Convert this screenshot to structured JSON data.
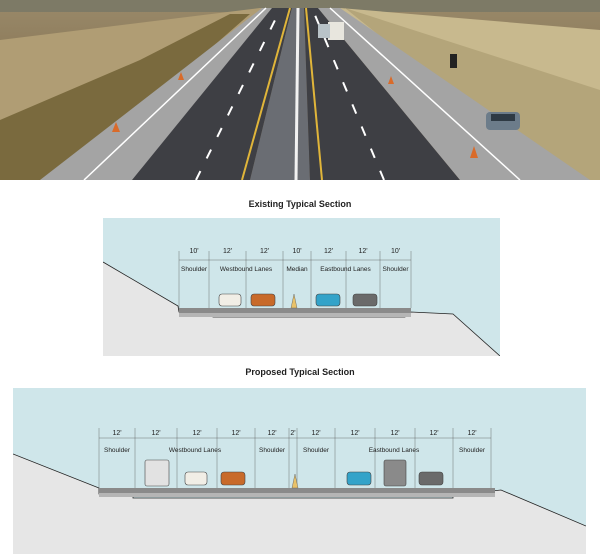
{
  "existing": {
    "title": "Existing Typical Section",
    "widths": [
      "10'",
      "12'",
      "12'",
      "10'",
      "12'",
      "12'",
      "10'"
    ],
    "labels": {
      "left_shoulder": "Shoulder",
      "westbound": "Westbound Lanes",
      "median": "Median",
      "eastbound": "Eastbound Lanes",
      "right_shoulder": "Shoulder"
    }
  },
  "proposed": {
    "title": "Proposed Typical Section",
    "widths": [
      "12'",
      "12'",
      "12'",
      "12'",
      "12'",
      "2'",
      "12'",
      "12'",
      "12'",
      "12'",
      "12'"
    ],
    "labels": {
      "left_shoulder": "Shoulder",
      "westbound": "Westbound Lanes",
      "inner_left_shoulder": "Shoulder",
      "inner_right_shoulder": "Shoulder",
      "eastbound": "Eastbound Lanes",
      "right_shoulder": "Shoulder"
    }
  },
  "colors": {
    "sky": "#cfe6ea",
    "ground": "#e6e6e6",
    "pavement": "#8a8a8a",
    "grass": "#8b7b4a"
  }
}
